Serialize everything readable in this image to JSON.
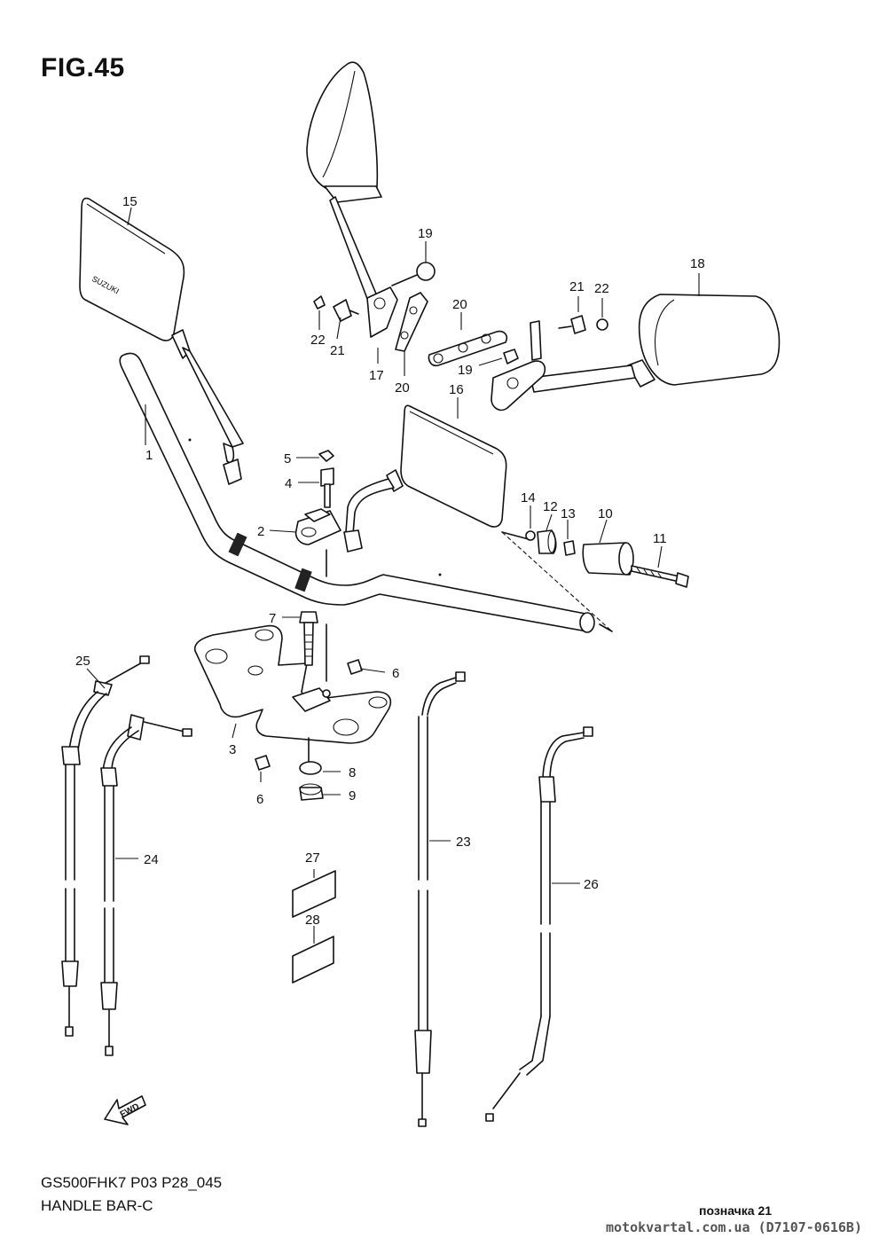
{
  "header": {
    "figure": "FIG.45"
  },
  "footer": {
    "model_code": "GS500FHK7 P03 P28_045",
    "title": "HANDLE BAR-C",
    "mark": "позначка 21",
    "source": "motokvartal.com.ua (D7107-0616B)"
  },
  "diagram": {
    "fwd_arrow": "FWD",
    "mirror_brand": "SUZUKI",
    "callouts": [
      "1",
      "2",
      "3",
      "4",
      "5",
      "6",
      "6",
      "7",
      "8",
      "9",
      "10",
      "11",
      "12",
      "13",
      "14",
      "15",
      "16",
      "17",
      "18",
      "19",
      "19",
      "20",
      "20",
      "21",
      "21",
      "22",
      "22",
      "23",
      "24",
      "25",
      "26",
      "27",
      "28"
    ]
  }
}
